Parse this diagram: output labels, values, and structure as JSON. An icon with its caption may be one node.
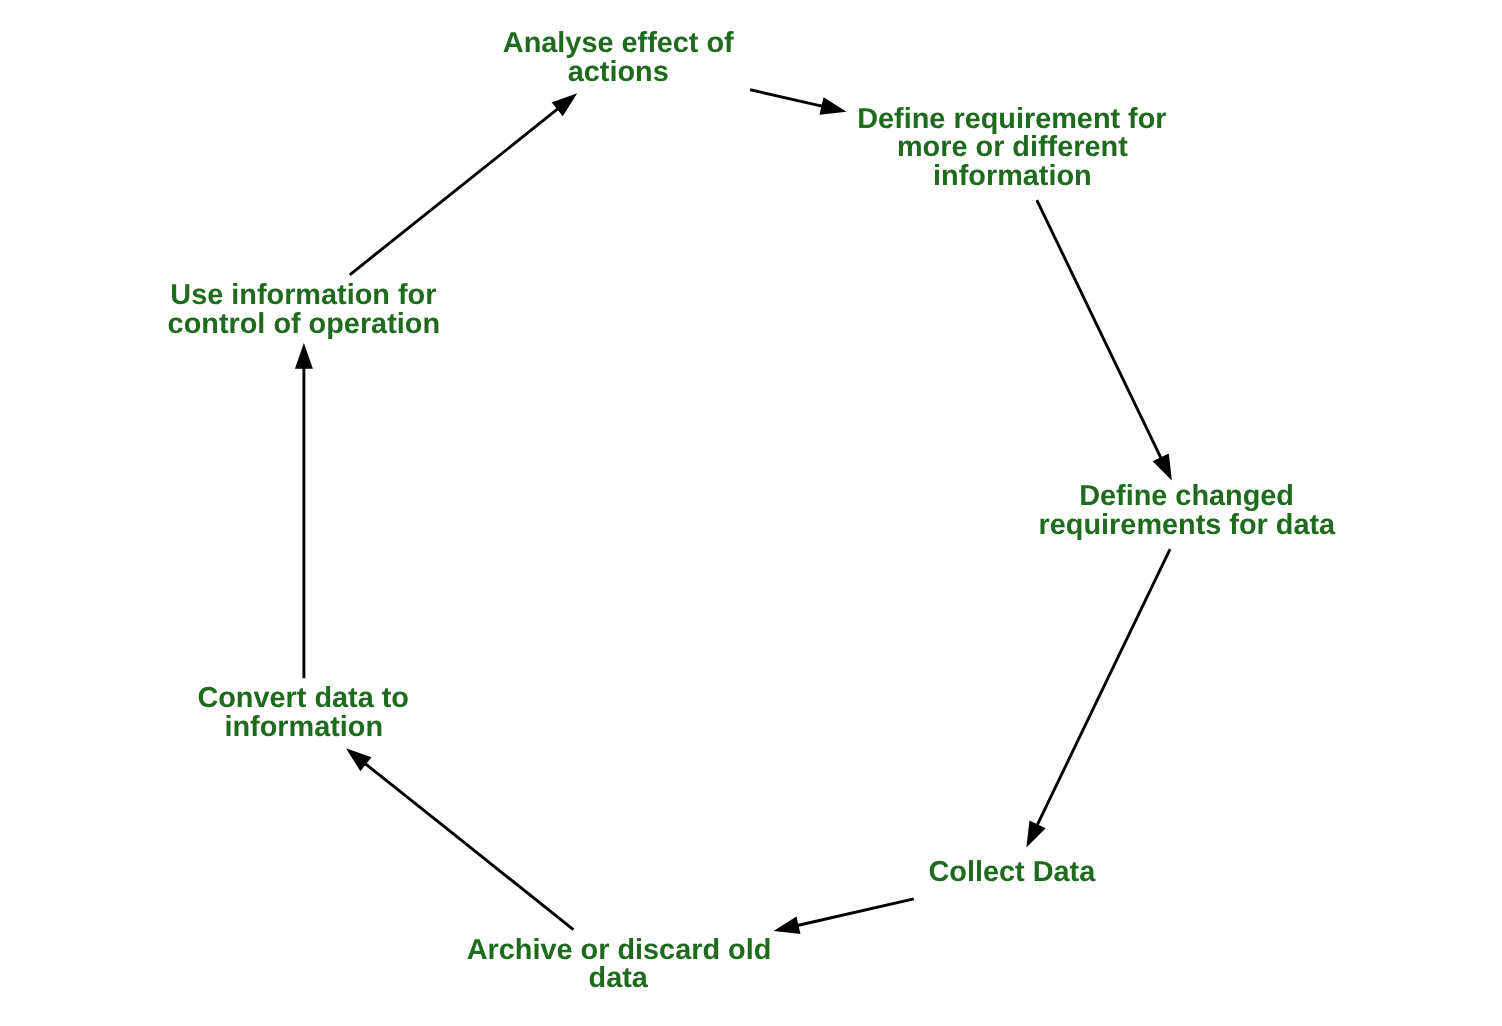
{
  "diagram": {
    "nodes": [
      {
        "text": [
          "Collect Data"
        ]
      },
      {
        "text": [
          "Archive or discard old data"
        ]
      },
      {
        "text": [
          "Convert data to information"
        ]
      },
      {
        "text": [
          "Use information for control of operation"
        ]
      },
      {
        "text": [
          "Analyse effect of actions"
        ]
      },
      {
        "text": [
          "Define requirement for more or different information"
        ]
      },
      {
        "text": [
          "Define changed requirements for data"
        ]
      }
    ],
    "edges": [
      {
        "from": 0,
        "to": 1,
        "arrow": "to"
      },
      {
        "from": 1,
        "to": 2,
        "arrow": "to"
      },
      {
        "from": 2,
        "to": 3,
        "arrow": "to"
      },
      {
        "from": 3,
        "to": 4,
        "arrow": "to"
      },
      {
        "from": 4,
        "to": 5,
        "arrow": "to"
      },
      {
        "from": 5,
        "to": 6,
        "arrow": "to"
      },
      {
        "from": 6,
        "to": 0,
        "arrow": "to"
      }
    ]
  }
}
